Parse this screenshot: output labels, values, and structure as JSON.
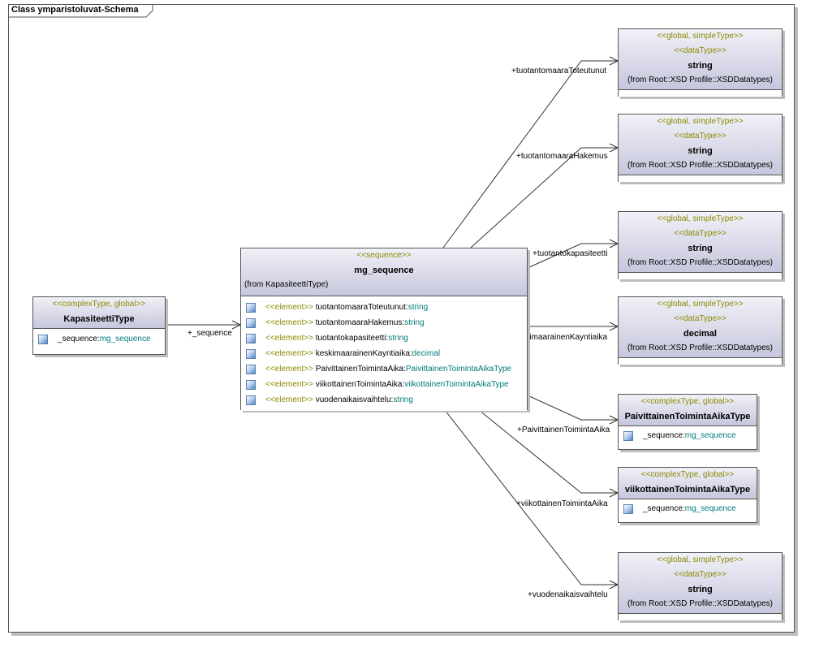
{
  "frame": {
    "title": "Class ymparistoluvat-Schema"
  },
  "kapasiteetti": {
    "stereotype": "<<complexType, global>>",
    "name": "KapasiteettiType",
    "attribute": {
      "name": "_sequence:",
      "type": "mg_sequence"
    }
  },
  "mg_sequence": {
    "stereotype": "<<sequence>>",
    "name": "mg_sequence",
    "from": "(from KapasiteettiType)",
    "elements": [
      {
        "stereo": "<<element>>",
        "name": " tuotantomaaraToteutunut:",
        "type": "string"
      },
      {
        "stereo": "<<element>>",
        "name": " tuotantomaaraHakemus:",
        "type": "string"
      },
      {
        "stereo": "<<element>>",
        "name": " tuotantokapasiteetti:",
        "type": "string"
      },
      {
        "stereo": "<<element>>",
        "name": " keskimaarainenKayntiaika:",
        "type": "decimal"
      },
      {
        "stereo": "<<element>>",
        "name": " PaivittainenToimintaAika:",
        "type": "PaivittainenToimintaAikaType"
      },
      {
        "stereo": "<<element>>",
        "name": " viikottainenToimintaAika:",
        "type": "viikottainenToimintaAikaType"
      },
      {
        "stereo": "<<element>>",
        "name": " vuodenaikaisvaihtelu:",
        "type": "string"
      }
    ]
  },
  "datatypes": [
    {
      "stereotype1": "<<global, simpleType>>",
      "stereotype2": "<<dataType>>",
      "name": "string",
      "from": "(from Root::XSD Profile::XSDDatatypes)"
    },
    {
      "stereotype1": "<<global, simpleType>>",
      "stereotype2": "<<dataType>>",
      "name": "string",
      "from": "(from Root::XSD Profile::XSDDatatypes)"
    },
    {
      "stereotype1": "<<global, simpleType>>",
      "stereotype2": "<<dataType>>",
      "name": "string",
      "from": "(from Root::XSD Profile::XSDDatatypes)"
    },
    {
      "stereotype1": "<<global, simpleType>>",
      "stereotype2": "<<dataType>>",
      "name": "decimal",
      "from": "(from Root::XSD Profile::XSDDatatypes)"
    },
    {
      "stereotype1": "<<global, simpleType>>",
      "stereotype2": "<<dataType>>",
      "name": "string",
      "from": "(from Root::XSD Profile::XSDDatatypes)"
    }
  ],
  "complextypes": [
    {
      "stereotype": "<<complexType, global>>",
      "name": "PaivittainenToimintaAikaType",
      "attribute": {
        "name": "_sequence:",
        "type": "mg_sequence"
      }
    },
    {
      "stereotype": "<<complexType, global>>",
      "name": "viikottainenToimintaAikaType",
      "attribute": {
        "name": "_sequence:",
        "type": "mg_sequence"
      }
    }
  ],
  "associations": [
    "+_sequence",
    "+tuotantomaaraToteutunut",
    "+tuotantomaaraHakemus",
    "+tuotantokapasiteetti",
    "+keskimaarainenKayntiaika",
    "+PaivittainenToimintaAika",
    "+viikottainenToimintaAika",
    "+vuodenaikaisvaihtelu"
  ]
}
